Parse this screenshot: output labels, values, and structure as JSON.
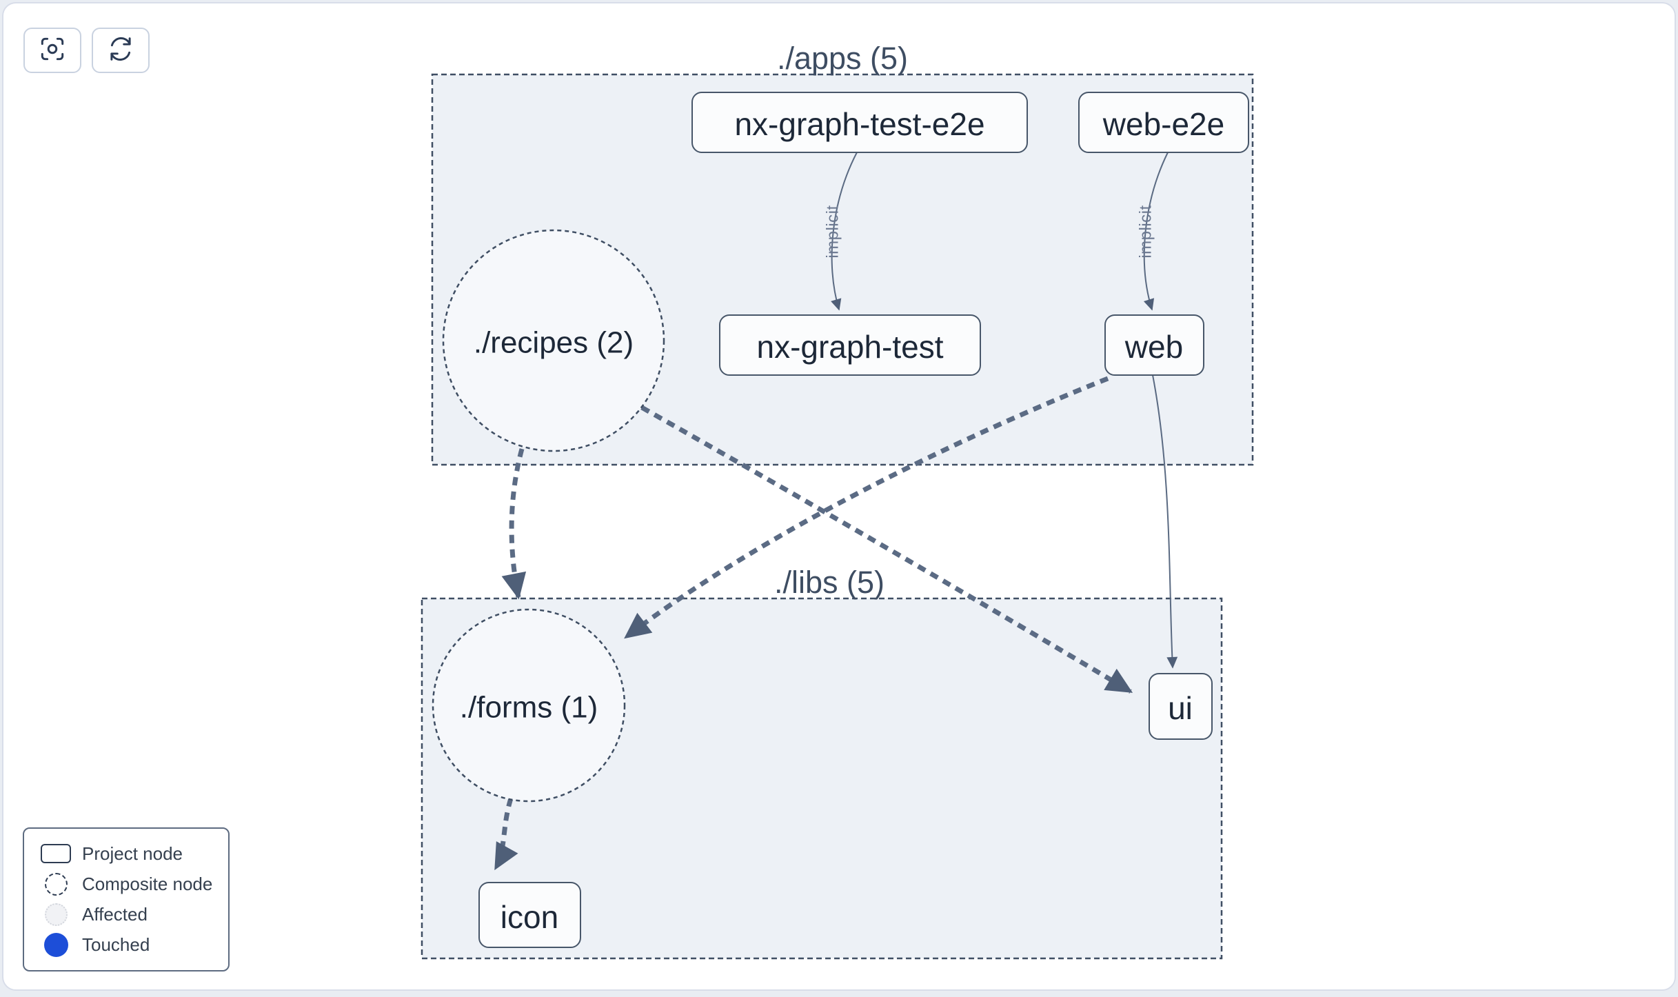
{
  "toolbar": {
    "focus_icon": "focus-icon",
    "refresh_icon": "refresh-icon"
  },
  "graph": {
    "clusters": {
      "apps": {
        "label": "./apps (5)"
      },
      "libs": {
        "label": "./libs (5)"
      }
    },
    "nodes": {
      "nx_graph_test_e2e": {
        "label": "nx-graph-test-e2e",
        "type": "project"
      },
      "web_e2e": {
        "label": "web-e2e",
        "type": "project"
      },
      "nx_graph_test": {
        "label": "nx-graph-test",
        "type": "project"
      },
      "web": {
        "label": "web",
        "type": "project"
      },
      "recipes": {
        "label": "./recipes (2)",
        "type": "composite"
      },
      "forms": {
        "label": "./forms (1)",
        "type": "composite"
      },
      "ui": {
        "label": "ui",
        "type": "project"
      },
      "icon": {
        "label": "icon",
        "type": "project"
      }
    },
    "edges": {
      "list": [
        {
          "from": "nx-graph-test-e2e",
          "to": "nx-graph-test",
          "label": "implicit",
          "style": "solid"
        },
        {
          "from": "web-e2e",
          "to": "web",
          "label": "implicit",
          "style": "solid"
        },
        {
          "from": "./recipes (2)",
          "to": "./forms (1)",
          "label": "",
          "style": "dashed"
        },
        {
          "from": "./recipes (2)",
          "to": "ui",
          "label": "",
          "style": "dashed"
        },
        {
          "from": "web",
          "to": "./forms (1)",
          "label": "",
          "style": "dashed"
        },
        {
          "from": "web",
          "to": "ui",
          "label": "",
          "style": "solid"
        },
        {
          "from": "./forms (1)",
          "to": "icon",
          "label": "",
          "style": "dashed"
        }
      ]
    }
  },
  "legend": {
    "items": [
      {
        "swatch": "project-node-swatch",
        "label": "Project node"
      },
      {
        "swatch": "composite-node-swatch",
        "label": "Composite node"
      },
      {
        "swatch": "affected-swatch",
        "label": "Affected"
      },
      {
        "swatch": "touched-swatch",
        "label": "Touched"
      }
    ]
  },
  "colors": {
    "cluster_fill": "#edf1f6",
    "node_fill": "#fbfcfd",
    "edge": "#5b6b84",
    "dark_border": "#3f4e63",
    "touched_blue": "#1d4ed8",
    "affected_fill": "#f1f2f5"
  }
}
